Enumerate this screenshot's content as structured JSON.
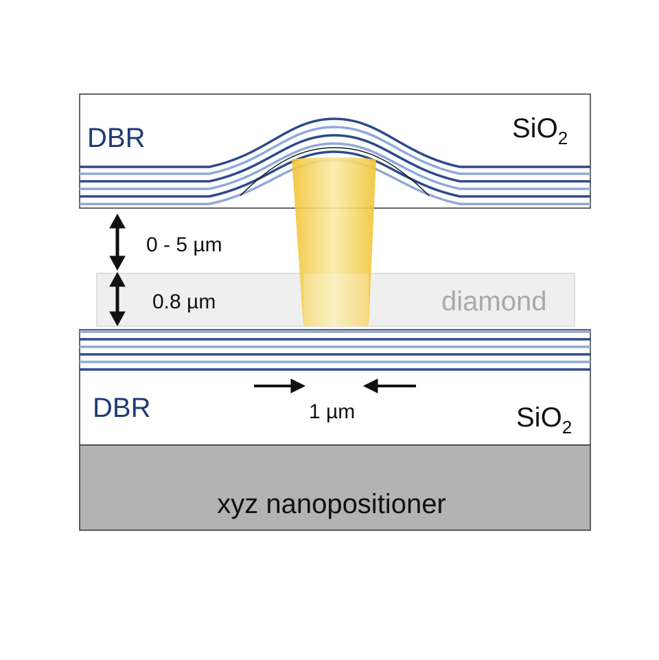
{
  "top_mirror": {
    "dbr_label": "DBR",
    "substrate": "SiO",
    "substrate_sub": "2"
  },
  "bottom_mirror": {
    "dbr_label": "DBR",
    "substrate": "SiO",
    "substrate_sub": "2"
  },
  "gap_label": "0 - 5 µm",
  "diamond_thickness_label": "0.8 µm",
  "diamond_label": "diamond",
  "mode_width_label": "1 µm",
  "stage_label": "xyz nanopositioner",
  "colors": {
    "dbr_dark": "#2c4a8a",
    "dbr_light": "#8fa8d8",
    "dbr_text": "#1f3b74",
    "diamond_fill": "#efefef",
    "diamond_text": "#a9a9a9",
    "mode": "#f4c842",
    "stage": "#b3b3b3"
  }
}
